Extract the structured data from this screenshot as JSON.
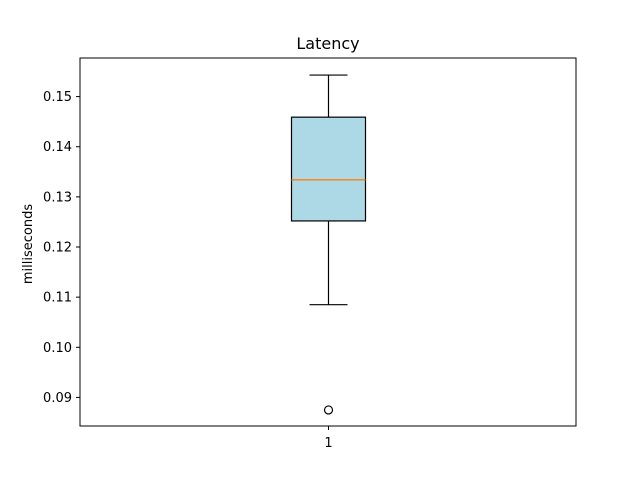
{
  "chart_data": {
    "type": "box",
    "title": "Latency",
    "xlabel": "",
    "ylabel": "milliseconds",
    "categories": [
      "1"
    ],
    "ylim": [
      0.0843,
      0.1577
    ],
    "yticks": [
      0.09,
      0.1,
      0.11,
      0.12,
      0.13,
      0.14,
      0.15
    ],
    "ytick_labels": [
      "0.09",
      "0.10",
      "0.11",
      "0.12",
      "0.13",
      "0.14",
      "0.15"
    ],
    "box": {
      "whisker_low": 0.1085,
      "q1": 0.1252,
      "median": 0.1334,
      "q3": 0.1459,
      "whisker_high": 0.1543,
      "outliers": [
        0.0875
      ]
    },
    "colors": {
      "box_fill": "#add8e6",
      "median": "#ff7f0e",
      "lines": "#000000"
    },
    "grid": false,
    "legend": "none"
  }
}
